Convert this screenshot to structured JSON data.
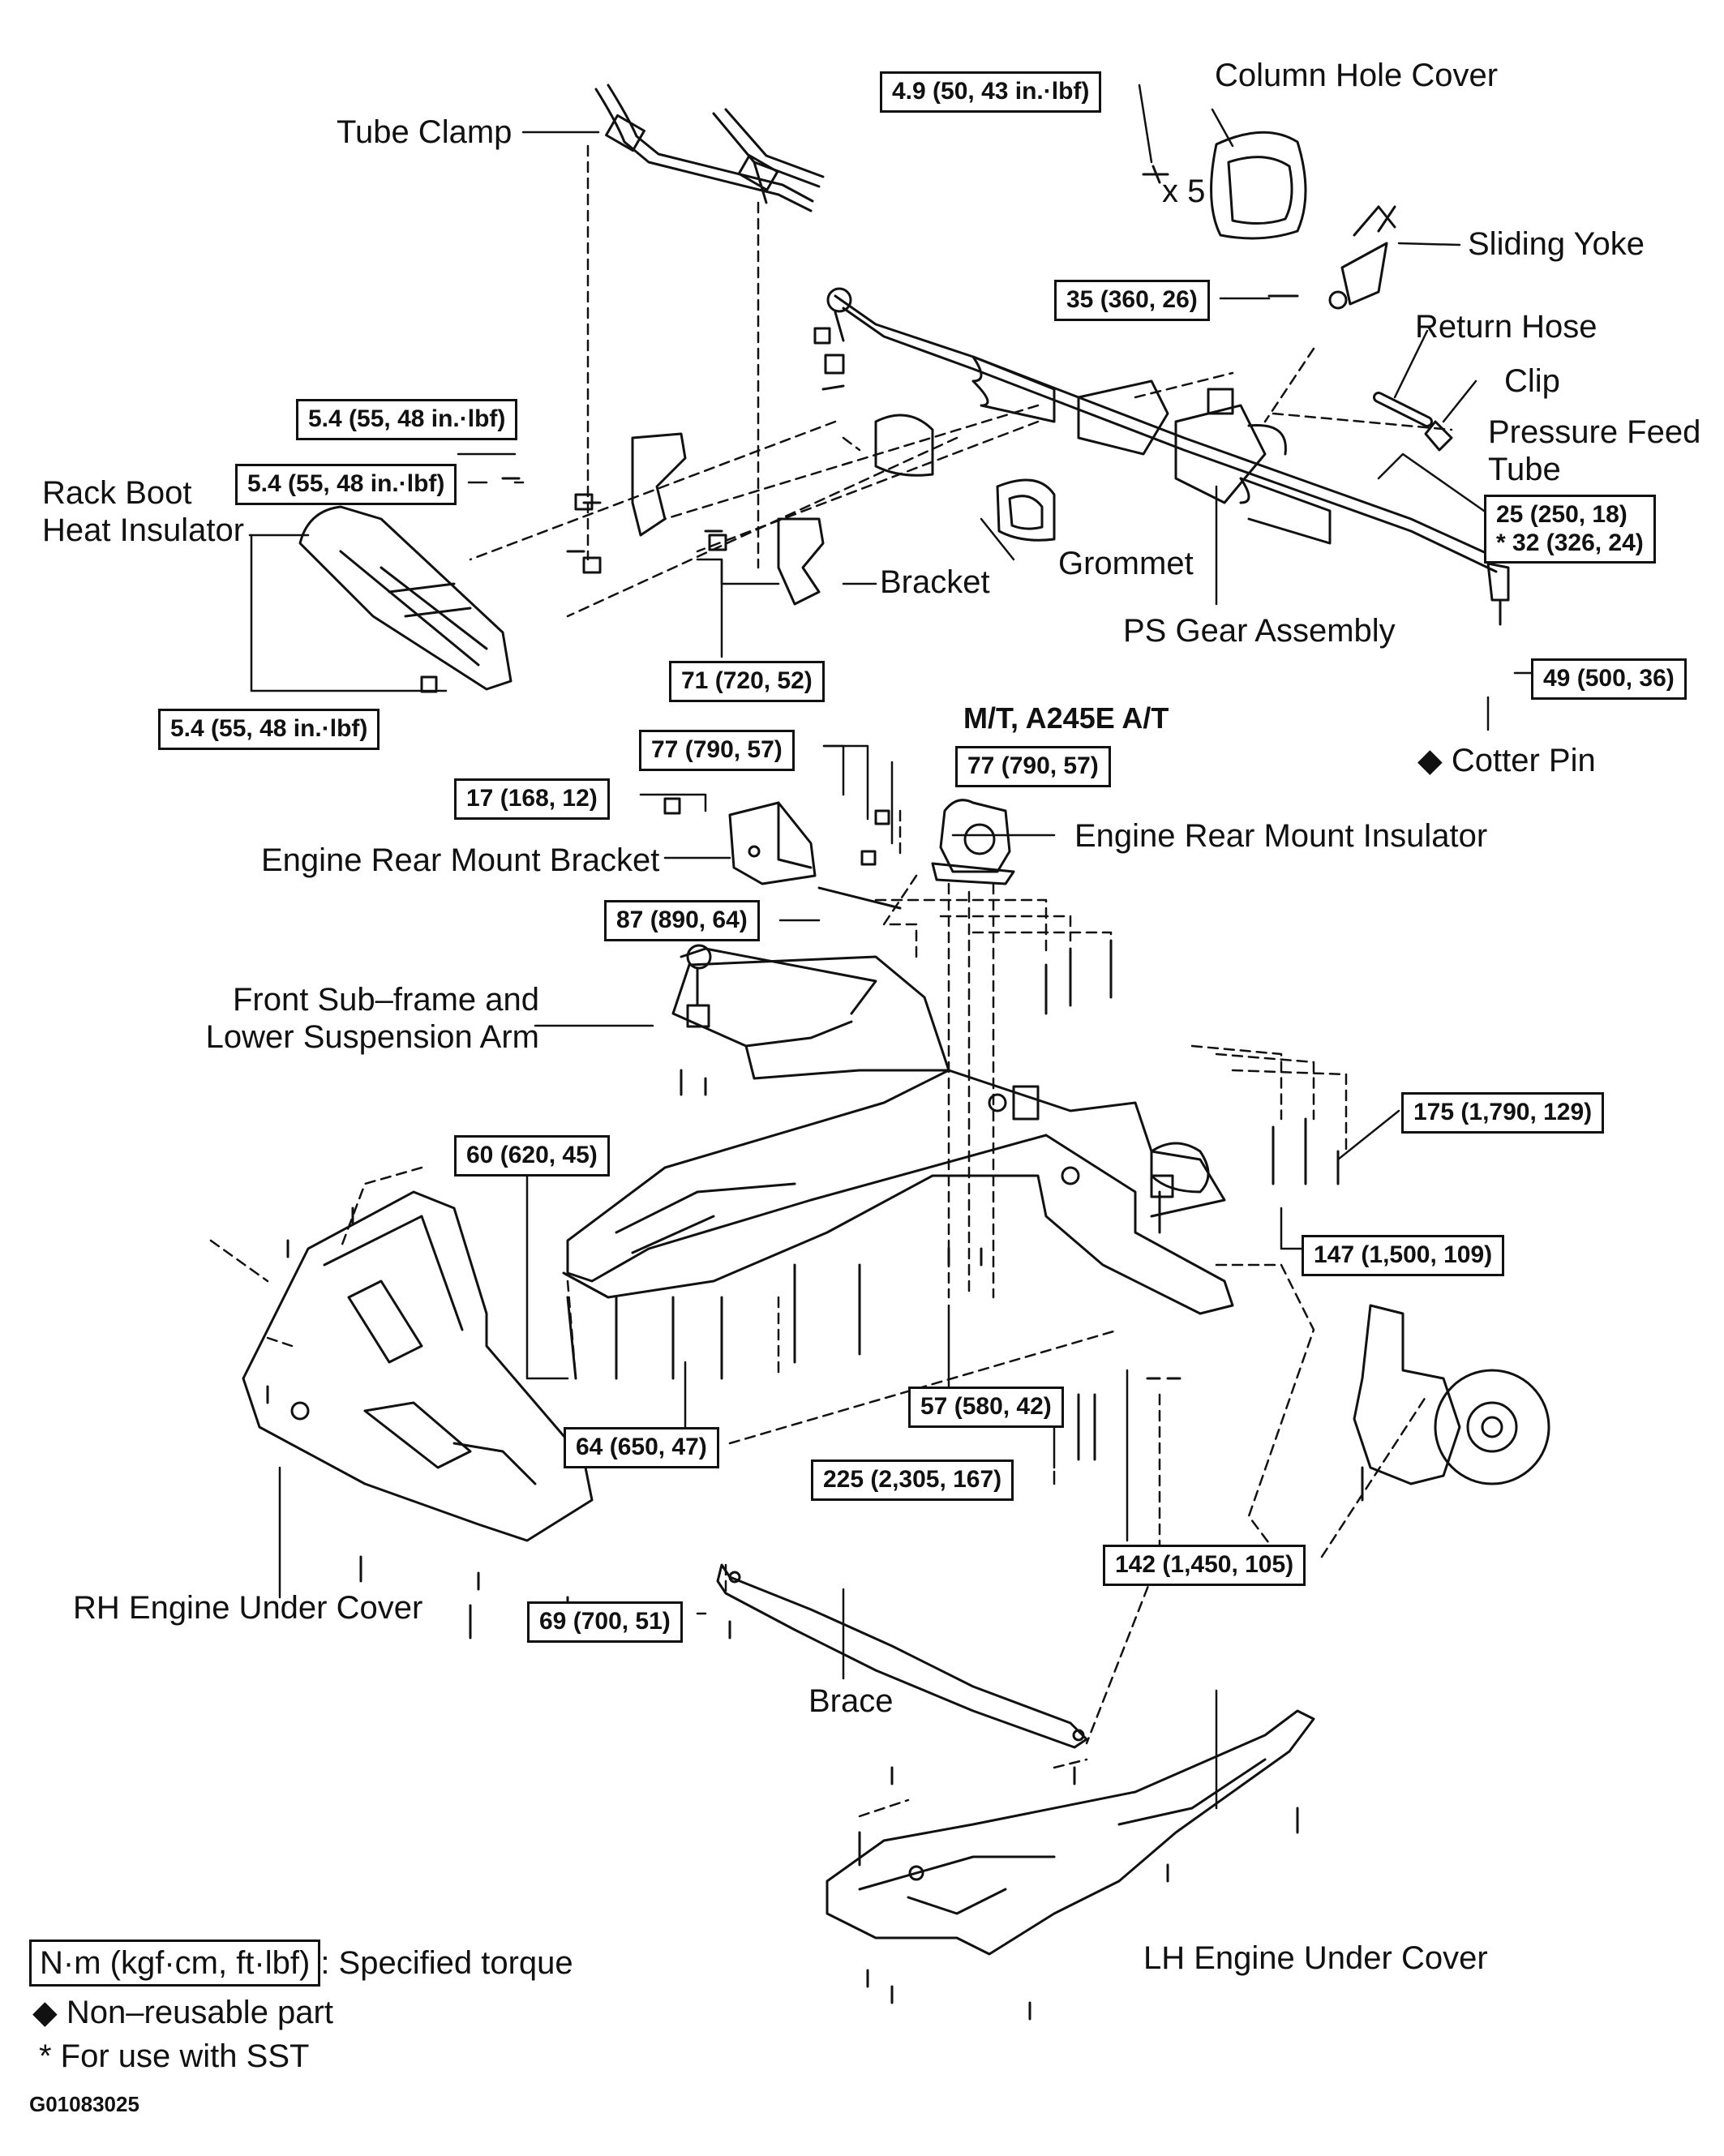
{
  "labels": {
    "tube_clamp": "Tube Clamp",
    "column_hole_cover": "Column Hole Cover",
    "x5": "x 5",
    "sliding_yoke": "Sliding Yoke",
    "return_hose": "Return Hose",
    "clip": "Clip",
    "pressure_feed_tube": "Pressure Feed Tube",
    "rack_boot_heat_insulator": "Rack Boot Heat Insulator",
    "bracket": "Bracket",
    "grommet": "Grommet",
    "ps_gear_assembly": "PS Gear Assembly",
    "cotter_pin": "Cotter Pin",
    "mt_a245e": "M/T, A245E A/T",
    "engine_rear_mount_bracket": "Engine Rear Mount Bracket",
    "engine_rear_mount_insulator": "Engine Rear Mount Insulator",
    "front_subframe": "Front Sub–frame and Lower Suspension Arm",
    "rh_engine_under_cover": "RH Engine Under Cover",
    "brace": "Brace",
    "lh_engine_under_cover": "LH Engine Under Cover"
  },
  "torques": {
    "t_column": "4.9 (50, 43 in.·lbf)",
    "t_yoke": "35 (360, 26)",
    "t_bracket_1": "5.4 (55, 48 in.·lbf)",
    "t_bracket_2": "5.4 (55, 48 in.·lbf)",
    "t_insulator": "5.4 (55, 48 in.·lbf)",
    "t_pressure_1": "25 (250, 18)",
    "t_pressure_2": "* 32 (326, 24)",
    "t_bracket_bolts": "71 (720, 52)",
    "t_tie_rod_nut": "49 (500, 36)",
    "t_mount_a": "77 (790, 57)",
    "t_mount_b": "77 (790, 57)",
    "t_mount_nut": "17 (168, 12)",
    "t_mount_through": "87 (890, 64)",
    "t_rear_bolts": "175 (1,790, 129)",
    "t_rear_bolts_b": "147 (1,500, 109)",
    "t_front_a": "60 (620, 45)",
    "t_front_b": "64 (650, 47)",
    "t_center": "57 (580, 42)",
    "t_arm": "225 (2,305, 167)",
    "t_ball_joint": "142 (1,450, 105)",
    "t_brace": "69 (700, 51)"
  },
  "legend": {
    "unit_box": "N·m (kgf·cm, ft·lbf)",
    "unit_text": ": Specified torque",
    "non_reusable": "◆ Non–reusable part",
    "sst": "*  For use with SST",
    "figure_id": "G01083025"
  }
}
